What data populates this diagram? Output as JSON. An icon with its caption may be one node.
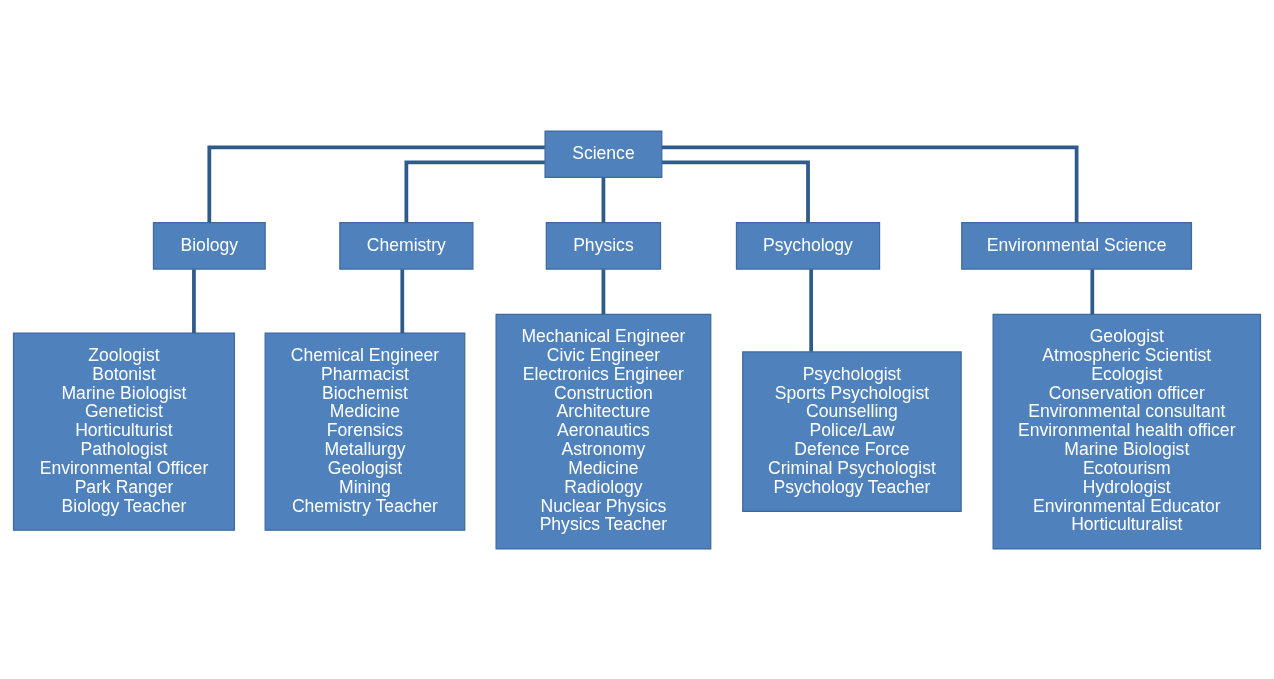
{
  "diagram": {
    "nodes": [
      {
        "text": [
          "Science"
        ]
      },
      {
        "text": [
          "Biology"
        ]
      },
      {
        "text": [
          "Chemistry"
        ]
      },
      {
        "text": [
          "Physics"
        ]
      },
      {
        "text": [
          "Psychology"
        ]
      },
      {
        "text": [
          "Environmental Science"
        ]
      },
      {
        "text": [
          "Zoologist",
          "Botonist",
          "Marine Biologist",
          "Geneticist",
          "Horticulturist",
          "Pathologist",
          "Environmental Officer",
          "Park Ranger",
          "Biology Teacher"
        ]
      },
      {
        "text": [
          "Chemical Engineer",
          "Pharmacist",
          "Biochemist",
          "Medicine",
          "Forensics",
          "Metallurgy",
          "Geologist",
          "Mining",
          "Chemistry Teacher"
        ]
      },
      {
        "text": [
          "Mechanical Engineer",
          "Civic Engineer",
          "Electronics Engineer",
          "Construction",
          "Architecture",
          "Aeronautics",
          "Astronomy",
          "Medicine",
          "Radiology",
          "Nuclear Physics",
          "Physics Teacher"
        ]
      },
      {
        "text": [
          "Psychologist",
          "Sports Psychologist",
          "Counselling",
          "Police/Law",
          "Defence Force",
          "Criminal Psychologist",
          "Psychology Teacher"
        ]
      },
      {
        "text": [
          "Geologist",
          "Atmospheric Scientist",
          "Ecologist",
          "Conservation officer",
          "Environmental consultant",
          "Environmental health officer",
          "Marine Biologist",
          "Ecotourism",
          "Hydrologist",
          "Environmental Educator",
          "Horticulturalist"
        ]
      }
    ],
    "edges": [
      {
        "from": 0,
        "to": 1,
        "arrow": "none"
      },
      {
        "from": 0,
        "to": 2,
        "arrow": "none"
      },
      {
        "from": 0,
        "to": 3,
        "arrow": "none"
      },
      {
        "from": 0,
        "to": 4,
        "arrow": "none"
      },
      {
        "from": 0,
        "to": 5,
        "arrow": "none"
      },
      {
        "from": 1,
        "to": 6,
        "arrow": "none"
      },
      {
        "from": 2,
        "to": 7,
        "arrow": "none"
      },
      {
        "from": 3,
        "to": 8,
        "arrow": "none"
      },
      {
        "from": 4,
        "to": 9,
        "arrow": "none"
      },
      {
        "from": 5,
        "to": 10,
        "arrow": "none"
      }
    ]
  }
}
